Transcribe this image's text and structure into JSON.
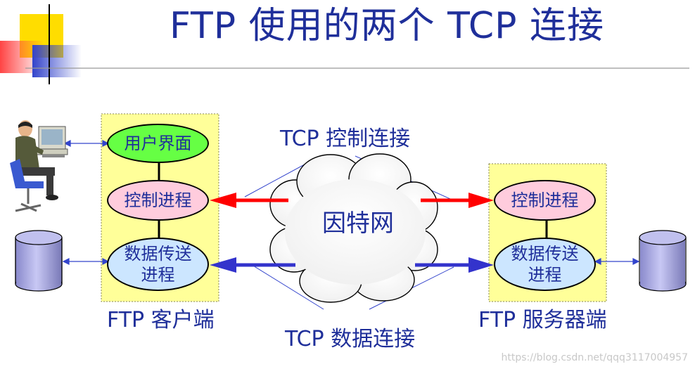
{
  "title": "FTP 使用的两个 TCP 连接",
  "client": {
    "user_interface": "用户界面",
    "control_process": "控制进程",
    "data_process_line1": "数据传送",
    "data_process_line2": "进程",
    "label": "FTP 客户端"
  },
  "server": {
    "control_process": "控制进程",
    "data_process_line1": "数据传送",
    "data_process_line2": "进程",
    "label": "FTP 服务器端"
  },
  "network": "因特网",
  "control_connection_label": "TCP 控制连接",
  "data_connection_label": "TCP 数据连接",
  "watermark": "https://blog.csdn.net/qqq3117004957",
  "colors": {
    "title": "#1f2f9a",
    "panel": "#ffff99",
    "user_interface_fill": "#66ff44",
    "process_fill": "#ffccdd",
    "data_fill": "#cce6ff",
    "control_arrow": "#ff0000",
    "data_arrow": "#3333cc"
  }
}
